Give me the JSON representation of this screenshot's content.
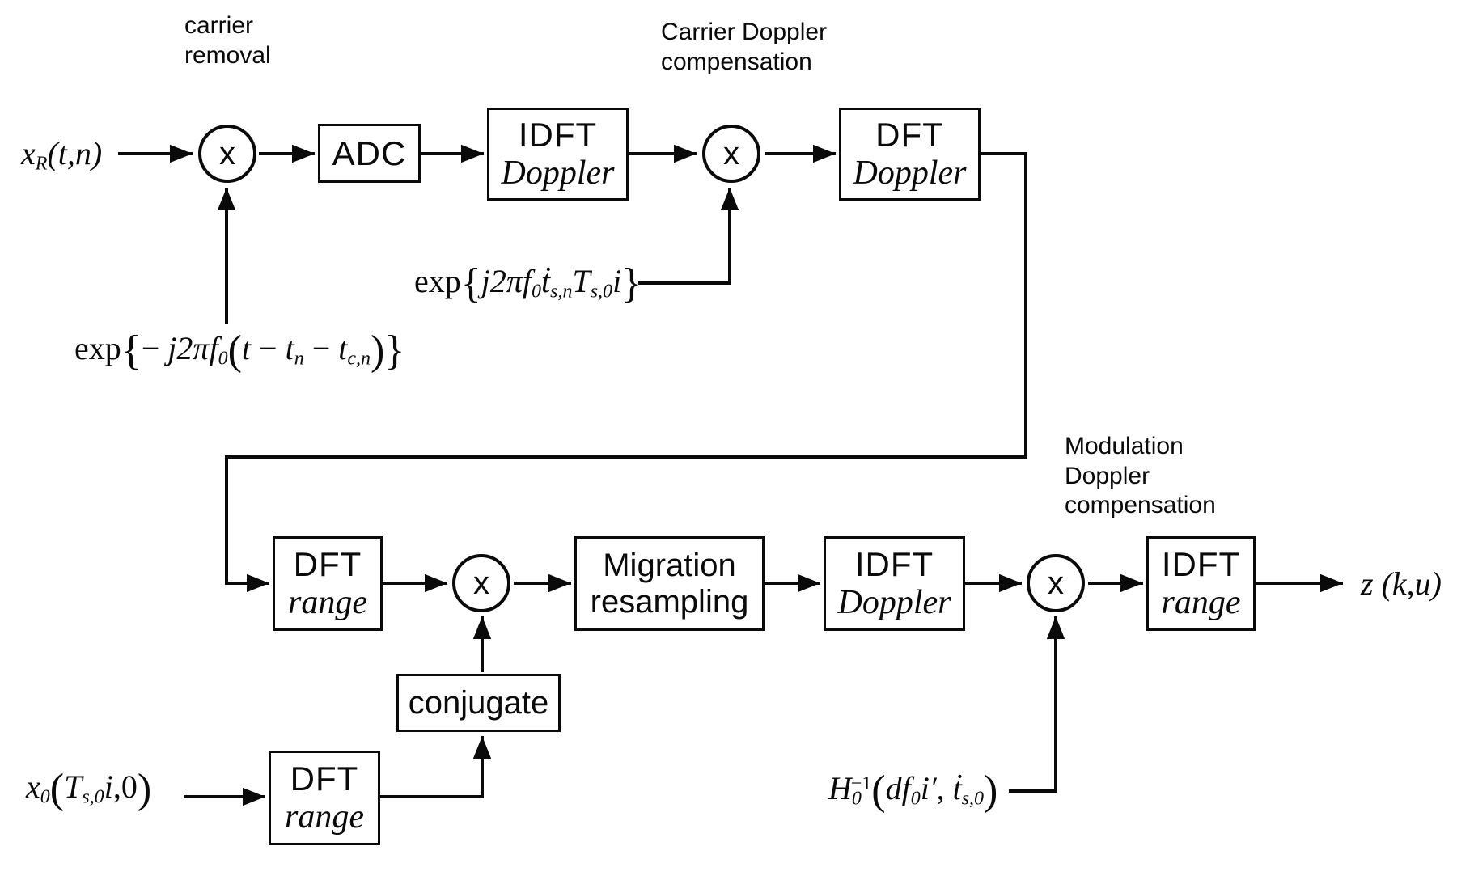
{
  "diagram": {
    "colors": {
      "ink": "#0a0a0a",
      "background": "#ffffff"
    },
    "annotations": {
      "carrier_removal": "carrier\nremoval",
      "carrier_doppler_compensation": "Carrier Doppler\ncompensation",
      "modulation_doppler_compensation": "Modulation\nDoppler\ncompensation"
    },
    "blocks": {
      "adc": {
        "line1": "ADC"
      },
      "idft_doppler_1": {
        "line1": "IDFT",
        "line2": "Doppler"
      },
      "dft_doppler": {
        "line1": "DFT",
        "line2": "Doppler"
      },
      "dft_range_row2": {
        "line1": "DFT",
        "line2": "range"
      },
      "migration_resampling": {
        "line1": "Migration",
        "line2": "resampling"
      },
      "idft_doppler_2": {
        "line1": "IDFT",
        "line2": "Doppler"
      },
      "idft_range": {
        "line1": "IDFT",
        "line2": "range"
      },
      "conjugate": {
        "line1": "conjugate"
      },
      "dft_range_bottom": {
        "line1": "DFT",
        "line2": "range"
      }
    },
    "multiplier_symbol": "x",
    "math": {
      "input_signal": [
        [
          "x",
          "i"
        ],
        [
          "R",
          "s"
        ],
        [
          "(t,n)",
          "i"
        ]
      ],
      "exp_carrier_removal": [
        [
          "exp",
          "u"
        ],
        [
          "{",
          "b"
        ],
        [
          "− ",
          "u"
        ],
        [
          "j2πf",
          "i"
        ],
        [
          "0",
          "s"
        ],
        [
          "(",
          "b"
        ],
        [
          "t",
          "i"
        ],
        [
          " − ",
          "u"
        ],
        [
          "t",
          "i"
        ],
        [
          "n",
          "s"
        ],
        [
          " − ",
          "u"
        ],
        [
          "t",
          "i"
        ],
        [
          "c,n",
          "s"
        ],
        [
          ")",
          "b"
        ],
        [
          "}",
          "b"
        ]
      ],
      "exp_carrier_doppler": [
        [
          "exp",
          "u"
        ],
        [
          "{",
          "b"
        ],
        [
          "j2πf",
          "i"
        ],
        [
          "0",
          "s"
        ],
        [
          "ṫ",
          "i"
        ],
        [
          "s,n",
          "s"
        ],
        [
          "T",
          "i"
        ],
        [
          "s,0",
          "s"
        ],
        [
          "i",
          "i"
        ],
        [
          "}",
          "b"
        ]
      ],
      "reference_signal": [
        [
          "x",
          "i"
        ],
        [
          "0",
          "s"
        ],
        [
          "(",
          "b"
        ],
        [
          "T",
          "i"
        ],
        [
          "s,0",
          "s"
        ],
        [
          "i",
          "i"
        ],
        [
          ",0",
          "u"
        ],
        [
          ")",
          "b"
        ]
      ],
      "h_inverse": [
        [
          "H",
          "i"
        ],
        [
          "0",
          "s"
        ],
        [
          "−1",
          "p"
        ],
        [
          "(",
          "b"
        ],
        [
          "df",
          "i"
        ],
        [
          "0",
          "s"
        ],
        [
          "i′",
          "i"
        ],
        [
          ", ",
          "u"
        ],
        [
          "ṫ",
          "i"
        ],
        [
          "s,0",
          "s"
        ],
        [
          ")",
          "b"
        ]
      ],
      "output_signal": [
        [
          "z ",
          "i"
        ],
        [
          "(k,u)",
          "i"
        ]
      ]
    }
  }
}
